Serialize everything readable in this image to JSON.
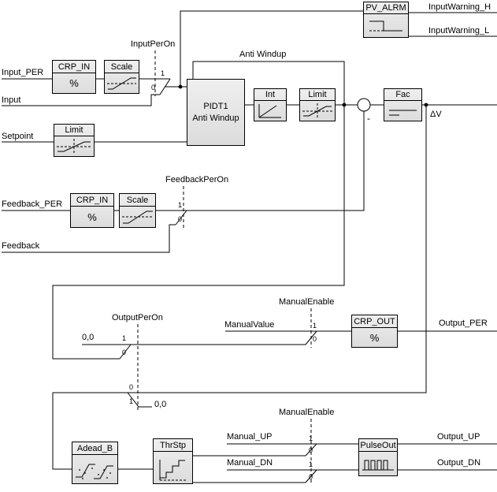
{
  "inputs": {
    "input_per": "Input_PER",
    "input": "Input",
    "setpoint": "Setpoint",
    "feedback_per": "Feedback_PER",
    "feedback": "Feedback",
    "manual_value": "ManualValue",
    "manual_up": "Manual_UP",
    "manual_dn": "Manual_DN"
  },
  "outputs": {
    "input_warning_h": "InputWarning_H",
    "input_warning_l": "InputWarning_L",
    "delta_v": "ΔV",
    "output_per": "Output_PER",
    "output_up": "Output_UP",
    "output_dn": "Output_DN"
  },
  "controls": {
    "input_per_on": "InputPerOn",
    "feedback_per_on": "FeedbackPerOn",
    "output_per_on": "OutputPerOn",
    "manual_enable": "ManualEnable",
    "anti_windup": "Anti Windup"
  },
  "blocks": {
    "pv_alrm": "PV_ALRM",
    "crp_in": "CRP_IN",
    "scale": "Scale",
    "limit": "Limit",
    "pidt1_line1": "PIDT1",
    "pidt1_line2": "Anti Windup",
    "int": "Int",
    "fac": "Fac",
    "crp_out": "CRP_OUT",
    "adead_b": "Adead_B",
    "thrstp": "ThrStp",
    "pulseout": "PulseOut",
    "percent": "%"
  },
  "switch_labels": {
    "one": "1",
    "zero": "0"
  },
  "constants": {
    "zero_zero": "0,0"
  },
  "sum": {
    "minus": "-"
  },
  "icons": {
    "pv_alrm": "alarm-limits-icon",
    "scale": "scale-ramp-icon",
    "limit": "limiter-icon",
    "int": "integrator-icon",
    "fac": "factor-icon",
    "adead_b": "deadband-icon",
    "thrstp": "three-step-icon",
    "pulseout": "pulse-train-icon"
  }
}
